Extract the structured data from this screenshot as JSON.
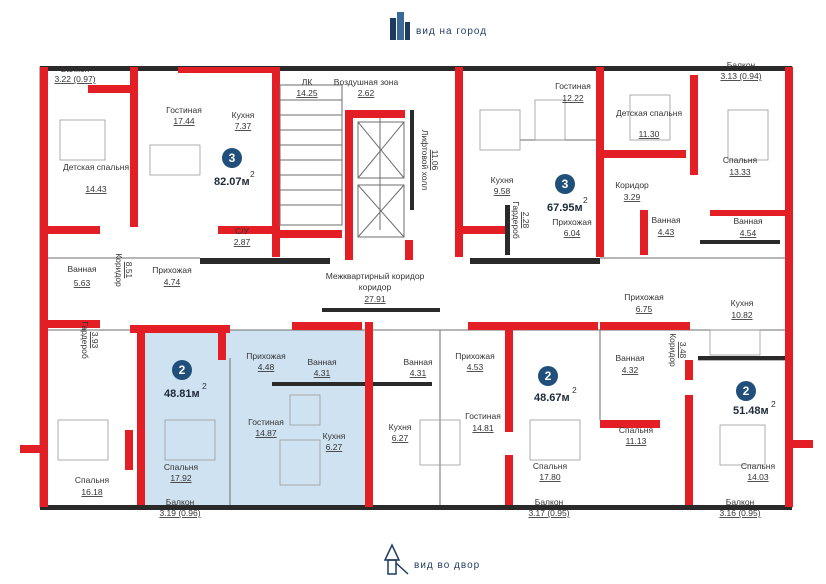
{
  "views": {
    "top": "вид на город",
    "bottom": "вид во двор"
  },
  "colors": {
    "wall": "#e41e25",
    "badge": "#1f4f7a",
    "highlight": "#cfe2f1",
    "view_text": "#1e3a5f"
  },
  "apartments": [
    {
      "rooms": "3",
      "area": "82.07м"
    },
    {
      "rooms": "3",
      "area": "67.95м"
    },
    {
      "rooms": "2",
      "area": "48.81м"
    },
    {
      "rooms": "2",
      "area": "48.67м"
    },
    {
      "rooms": "2",
      "area": "51.48м"
    }
  ],
  "area_superscript": "2",
  "rooms": [
    {
      "name": "Балкон",
      "area": "3.22 (0.97)"
    },
    {
      "name": "Гостиная",
      "area": "17.44"
    },
    {
      "name": "Кухня",
      "area": "7.37"
    },
    {
      "name": "ЛК",
      "area": "14.25"
    },
    {
      "name": "Воздушная зона",
      "area": "2.62"
    },
    {
      "name": "Лифтовой холл",
      "area": "11.06"
    },
    {
      "name": "Детская спальня",
      "area": "14.43"
    },
    {
      "name": "С/У",
      "area": "2.87"
    },
    {
      "name": "Ванная",
      "area": "5.63"
    },
    {
      "name": "Коридор",
      "area": "8.51"
    },
    {
      "name": "Прихожая",
      "area": "4.74"
    },
    {
      "name": "Межквартирный коридор",
      "area": "27.91"
    },
    {
      "name": "Гостиная",
      "area": "12.22"
    },
    {
      "name": "Кухня",
      "area": "9.58"
    },
    {
      "name": "Гардероб",
      "area": "2.28"
    },
    {
      "name": "Прихожая",
      "area": "6.04"
    },
    {
      "name": "Детская спальня",
      "area": "11.30"
    },
    {
      "name": "Коридор",
      "area": "3.29"
    },
    {
      "name": "Ванная",
      "area": "4.43"
    },
    {
      "name": "Балкон",
      "area": "3.13 (0.94)"
    },
    {
      "name": "Спальня",
      "area": "13.33"
    },
    {
      "name": "Ванная",
      "area": "4.54"
    },
    {
      "name": "Гардероб",
      "area": "3.93"
    },
    {
      "name": "Спальня",
      "area": "16.18"
    },
    {
      "name": "Прихожая",
      "area": "4.48"
    },
    {
      "name": "Ванная",
      "area": "4.31"
    },
    {
      "name": "Гостиная",
      "area": "14.87"
    },
    {
      "name": "Кухня",
      "area": "6.27"
    },
    {
      "name": "Спальня",
      "area": "17.92"
    },
    {
      "name": "Балкон",
      "area": "3.19 (0.96)"
    },
    {
      "name": "Ванная",
      "area": "4.31"
    },
    {
      "name": "Прихожая",
      "area": "4.53"
    },
    {
      "name": "Кухня",
      "area": "6.27"
    },
    {
      "name": "Гостиная",
      "area": "14.81"
    },
    {
      "name": "Спальня",
      "area": "17.80"
    },
    {
      "name": "Балкон",
      "area": "3.17 (0.95)"
    },
    {
      "name": "Прихожая",
      "area": "6.75"
    },
    {
      "name": "Ванная",
      "area": "4.32"
    },
    {
      "name": "Коридор",
      "area": "3.48"
    },
    {
      "name": "Кухня",
      "area": "10.82"
    },
    {
      "name": "Спальня",
      "area": "11.13"
    },
    {
      "name": "Спальня",
      "area": "14.03"
    },
    {
      "name": "Балкон",
      "area": "3.16 (0.95)"
    }
  ]
}
